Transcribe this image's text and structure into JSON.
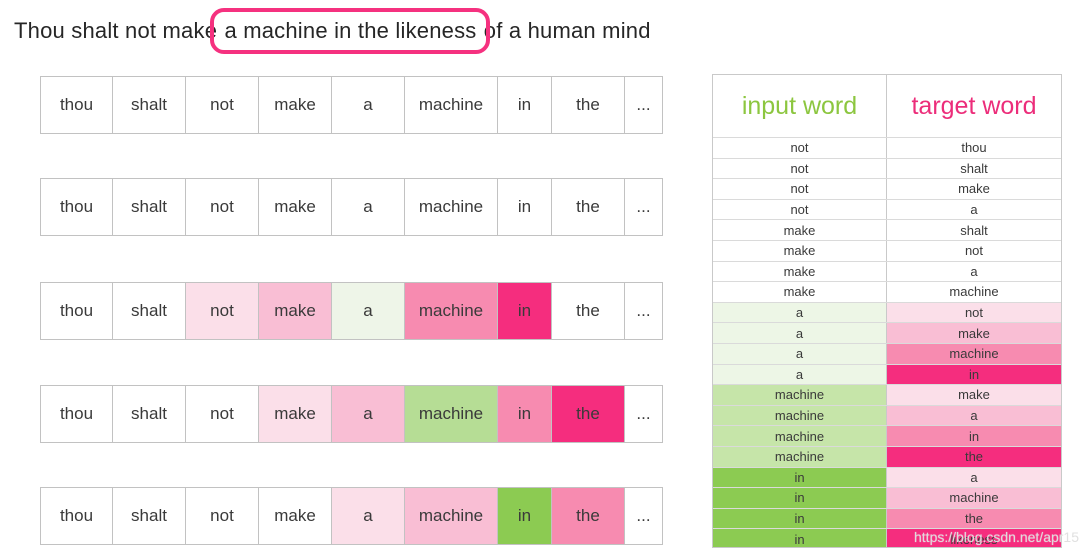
{
  "title": {
    "before": "Thou shalt not make",
    "highlighted": "a machine in the likeness",
    "after": "of a human mind"
  },
  "highlight_ring_color": "#f5317f",
  "palette": {
    "white": "#ffffff",
    "pink1": "#fbdfe9",
    "pink2": "#f9bed4",
    "pink3": "#f78bb0",
    "pink4": "#f52d7e",
    "green1": "#eef5e8",
    "green2": "#b6dd95",
    "green3": "#8ccb52",
    "table_green_a": "#edf6e6",
    "table_green_machine": "#c6e5a9",
    "table_green_in": "#8ccb52"
  },
  "sequence_rows": [
    {
      "cells": [
        {
          "word": "thou",
          "bg": "white"
        },
        {
          "word": "shalt",
          "bg": "white"
        },
        {
          "word": "not",
          "bg": "white"
        },
        {
          "word": "make",
          "bg": "white"
        },
        {
          "word": "a",
          "bg": "white"
        },
        {
          "word": "machine",
          "bg": "white"
        },
        {
          "word": "in",
          "bg": "white"
        },
        {
          "word": "the",
          "bg": "white"
        },
        {
          "word": "...",
          "bg": "white"
        }
      ]
    },
    {
      "cells": [
        {
          "word": "thou",
          "bg": "white"
        },
        {
          "word": "shalt",
          "bg": "white"
        },
        {
          "word": "not",
          "bg": "white"
        },
        {
          "word": "make",
          "bg": "white"
        },
        {
          "word": "a",
          "bg": "white"
        },
        {
          "word": "machine",
          "bg": "white"
        },
        {
          "word": "in",
          "bg": "white"
        },
        {
          "word": "the",
          "bg": "white"
        },
        {
          "word": "...",
          "bg": "white"
        }
      ]
    },
    {
      "cells": [
        {
          "word": "thou",
          "bg": "white"
        },
        {
          "word": "shalt",
          "bg": "white"
        },
        {
          "word": "not",
          "bg": "pink1"
        },
        {
          "word": "make",
          "bg": "pink2"
        },
        {
          "word": "a",
          "bg": "green1"
        },
        {
          "word": "machine",
          "bg": "pink3"
        },
        {
          "word": "in",
          "bg": "pink4"
        },
        {
          "word": "the",
          "bg": "white"
        },
        {
          "word": "...",
          "bg": "white"
        }
      ]
    },
    {
      "cells": [
        {
          "word": "thou",
          "bg": "white"
        },
        {
          "word": "shalt",
          "bg": "white"
        },
        {
          "word": "not",
          "bg": "white"
        },
        {
          "word": "make",
          "bg": "pink1"
        },
        {
          "word": "a",
          "bg": "pink2"
        },
        {
          "word": "machine",
          "bg": "green2"
        },
        {
          "word": "in",
          "bg": "pink3"
        },
        {
          "word": "the",
          "bg": "pink4"
        },
        {
          "word": "...",
          "bg": "white"
        }
      ]
    },
    {
      "cells": [
        {
          "word": "thou",
          "bg": "white"
        },
        {
          "word": "shalt",
          "bg": "white"
        },
        {
          "word": "not",
          "bg": "white"
        },
        {
          "word": "make",
          "bg": "white"
        },
        {
          "word": "a",
          "bg": "pink1"
        },
        {
          "word": "machine",
          "bg": "pink2"
        },
        {
          "word": "in",
          "bg": "green3"
        },
        {
          "word": "the",
          "bg": "pink3"
        },
        {
          "word": "...",
          "bg": "white"
        }
      ]
    }
  ],
  "pair_table": {
    "input_header": "input word",
    "target_header": "target word",
    "input_header_color": "#8cc63f",
    "target_header_color": "#ec2d7a",
    "rows": [
      {
        "input": "not",
        "target": "thou",
        "input_bg": "white",
        "target_bg": "white"
      },
      {
        "input": "not",
        "target": "shalt",
        "input_bg": "white",
        "target_bg": "white"
      },
      {
        "input": "not",
        "target": "make",
        "input_bg": "white",
        "target_bg": "white"
      },
      {
        "input": "not",
        "target": "a",
        "input_bg": "white",
        "target_bg": "white"
      },
      {
        "input": "make",
        "target": "shalt",
        "input_bg": "white",
        "target_bg": "white"
      },
      {
        "input": "make",
        "target": "not",
        "input_bg": "white",
        "target_bg": "white"
      },
      {
        "input": "make",
        "target": "a",
        "input_bg": "white",
        "target_bg": "white"
      },
      {
        "input": "make",
        "target": "machine",
        "input_bg": "white",
        "target_bg": "white"
      },
      {
        "input": "a",
        "target": "not",
        "input_bg": "table_green_a",
        "target_bg": "pink1"
      },
      {
        "input": "a",
        "target": "make",
        "input_bg": "table_green_a",
        "target_bg": "pink2"
      },
      {
        "input": "a",
        "target": "machine",
        "input_bg": "table_green_a",
        "target_bg": "pink3"
      },
      {
        "input": "a",
        "target": "in",
        "input_bg": "table_green_a",
        "target_bg": "pink4"
      },
      {
        "input": "machine",
        "target": "make",
        "input_bg": "table_green_machine",
        "target_bg": "pink1"
      },
      {
        "input": "machine",
        "target": "a",
        "input_bg": "table_green_machine",
        "target_bg": "pink2"
      },
      {
        "input": "machine",
        "target": "in",
        "input_bg": "table_green_machine",
        "target_bg": "pink3"
      },
      {
        "input": "machine",
        "target": "the",
        "input_bg": "table_green_machine",
        "target_bg": "pink4"
      },
      {
        "input": "in",
        "target": "a",
        "input_bg": "table_green_in",
        "target_bg": "pink1"
      },
      {
        "input": "in",
        "target": "machine",
        "input_bg": "table_green_in",
        "target_bg": "pink2"
      },
      {
        "input": "in",
        "target": "the",
        "input_bg": "table_green_in",
        "target_bg": "pink3"
      },
      {
        "input": "in",
        "target": "likeness",
        "input_bg": "table_green_in",
        "target_bg": "pink4"
      },
      {
        "input": "",
        "target": "",
        "input_bg": "table_green_in",
        "target_bg": "pink2"
      }
    ]
  },
  "watermark": "https://blog.csdn.net/apr15"
}
